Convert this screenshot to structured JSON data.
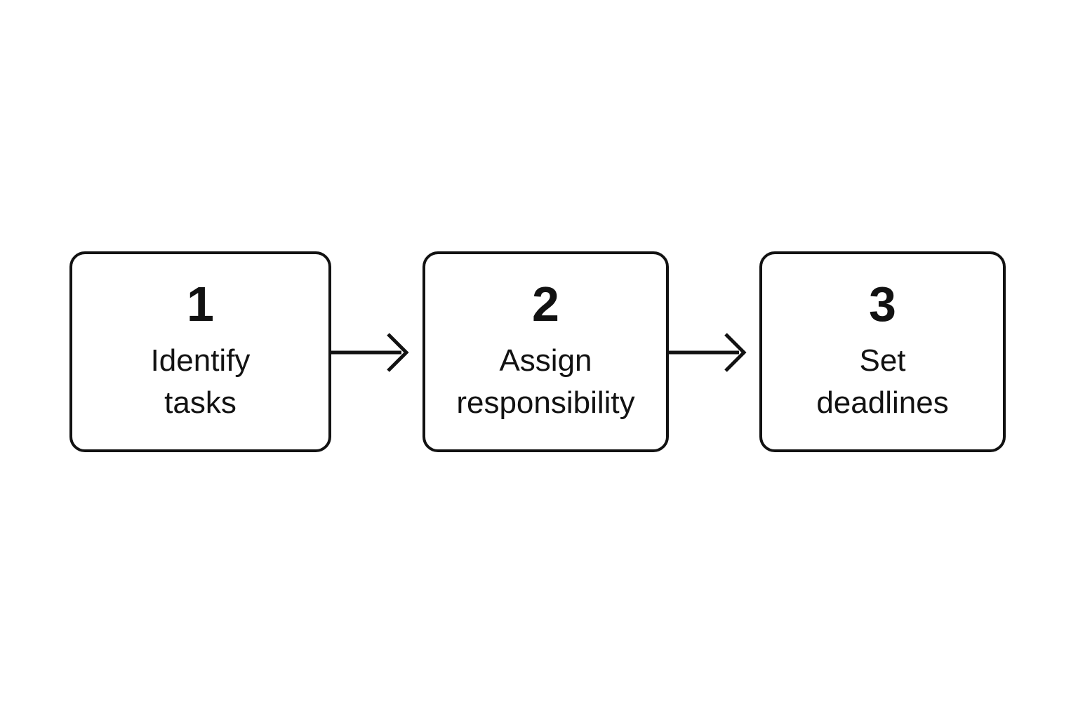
{
  "diagram": {
    "type": "flowchart-horizontal",
    "steps": [
      {
        "number": "1",
        "label": "Identify\ntasks"
      },
      {
        "number": "2",
        "label": "Assign\nresponsibility"
      },
      {
        "number": "3",
        "label": "Set\ndeadlines"
      }
    ],
    "connectors": [
      {
        "from": "1",
        "to": "2",
        "style": "right-arrow"
      },
      {
        "from": "2",
        "to": "3",
        "style": "right-arrow"
      }
    ],
    "colors": {
      "background": "#ffffff",
      "box_fill": "#ffffff",
      "stroke": "#121212",
      "text": "#121212"
    }
  }
}
